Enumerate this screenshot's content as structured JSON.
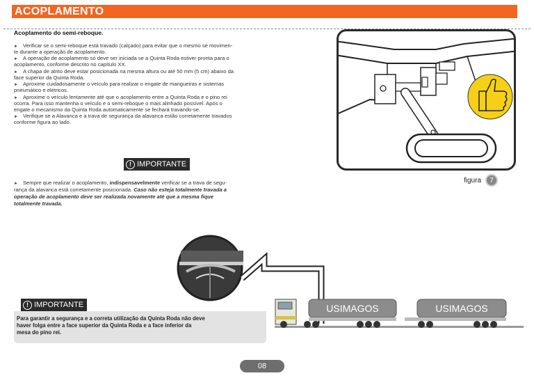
{
  "header": {
    "title": "ACOPLAMENTO"
  },
  "section": {
    "title": "Acoplamento do semi-reboque.",
    "bullets": [
      "Verificar se o semi-reboque está travado (calçado) para evitar que o mesmo se movimen-",
      "te durante a operação de acoplamento.",
      "A operação de acoplamento só deve ser iniciada se a Quinta Roda estiver pronta para o",
      "acoplamento, conforme descrito no capítulo XX.",
      "A chapa de atrito deve estar posicionada na mesma altura ou até 50 mm (5 cm) abaixo da",
      "face superior da Quinta Roda.",
      "Aproxime cuidadosamente o veículo para realizar o engate de mangueiras e sistemas",
      "pneumático e elétricos.",
      "Aproxime o veículo lentamente até que o acoplamento entre a Quinta Roda e o pino rei",
      "ocorra. Para isso mantenha o veículo e o semi-reboque o mais alinhado possível. Após o",
      "engate o mecanismo da Quinta Roda automaticamente se fechará travando-se.",
      "Verifique se a Alavanca e a trava de segurança da alavanca estão corretamente travados",
      "conforme figura ao lado."
    ]
  },
  "important1": {
    "label": "IMPORTANTE",
    "line1_a": "Sempre que realizar o acoplamento, ",
    "line1_b": "indispensavelmente",
    "line1_c": " verificar se a trava de segu-",
    "line2_a": "rança da alavanca está corretamente posicionada. ",
    "line2_b": "Caso não esteja totalmente travada a",
    "line3": "operação de acoplamento deve ser realizada novamente até que a mesma fique",
    "line4": "totalmente travada."
  },
  "figure": {
    "label": "figura",
    "number": "7"
  },
  "important2": {
    "label": "IMPORTANTE",
    "text_lines": [
      "Para garantir a segurança e a correta utilização da Quinta Roda não deve",
      "haver folga entre a face superior da Quinta Roda e a face inferior da",
      "mesa do pino rei."
    ]
  },
  "truck": {
    "trailer1": "USIMAGOS",
    "trailer2": "USIMAGOS"
  },
  "footer": {
    "page": "08"
  },
  "colors": {
    "accent": "#f26522",
    "dark": "#2b2b2b",
    "thumb_yellow": "#f5d016"
  }
}
